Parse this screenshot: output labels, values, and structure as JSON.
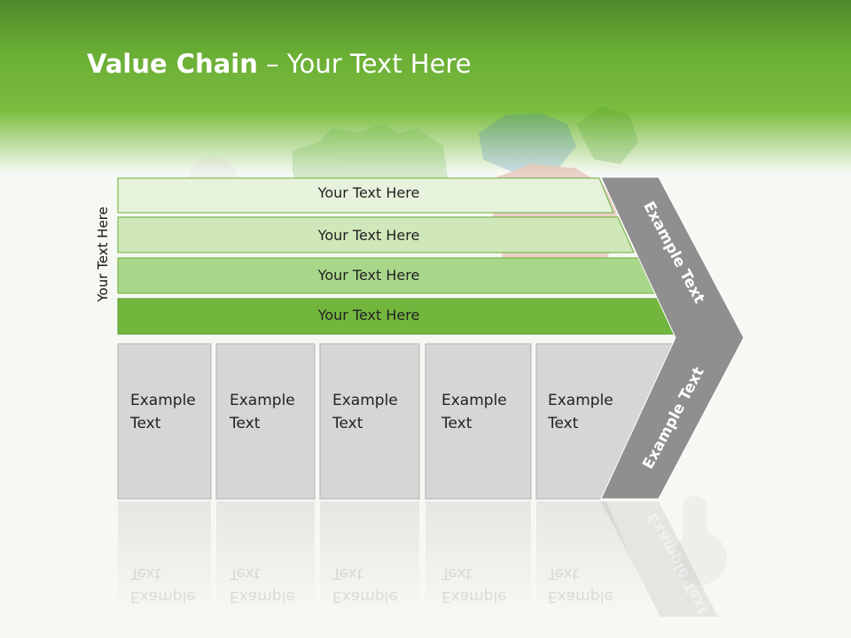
{
  "slide": {
    "title_bold": "Value Chain",
    "title_rest": " – Your Text Here",
    "side_label": "Your Text Here"
  },
  "rows": [
    {
      "label": "Your Text Here",
      "color": "#e6f2dc"
    },
    {
      "label": "Your Text Here",
      "color": "#cfe7b9"
    },
    {
      "label": "Your Text Here",
      "color": "#a9d78a"
    },
    {
      "label": "Your Text Here",
      "color": "#72b63e"
    }
  ],
  "columns": [
    {
      "line1": "Example",
      "line2": "Text"
    },
    {
      "line1": "Example",
      "line2": "Text"
    },
    {
      "line1": "Example",
      "line2": "Text"
    },
    {
      "line1": "Example",
      "line2": "Text"
    },
    {
      "line1": "Example",
      "line2": "Text"
    }
  ],
  "chevron": {
    "upper_label": "Example Text",
    "lower_label": "Example Text",
    "color": "#8f8f8f"
  },
  "colors": {
    "header_green": "#6aae35",
    "column_fill": "#d6d6d6"
  }
}
